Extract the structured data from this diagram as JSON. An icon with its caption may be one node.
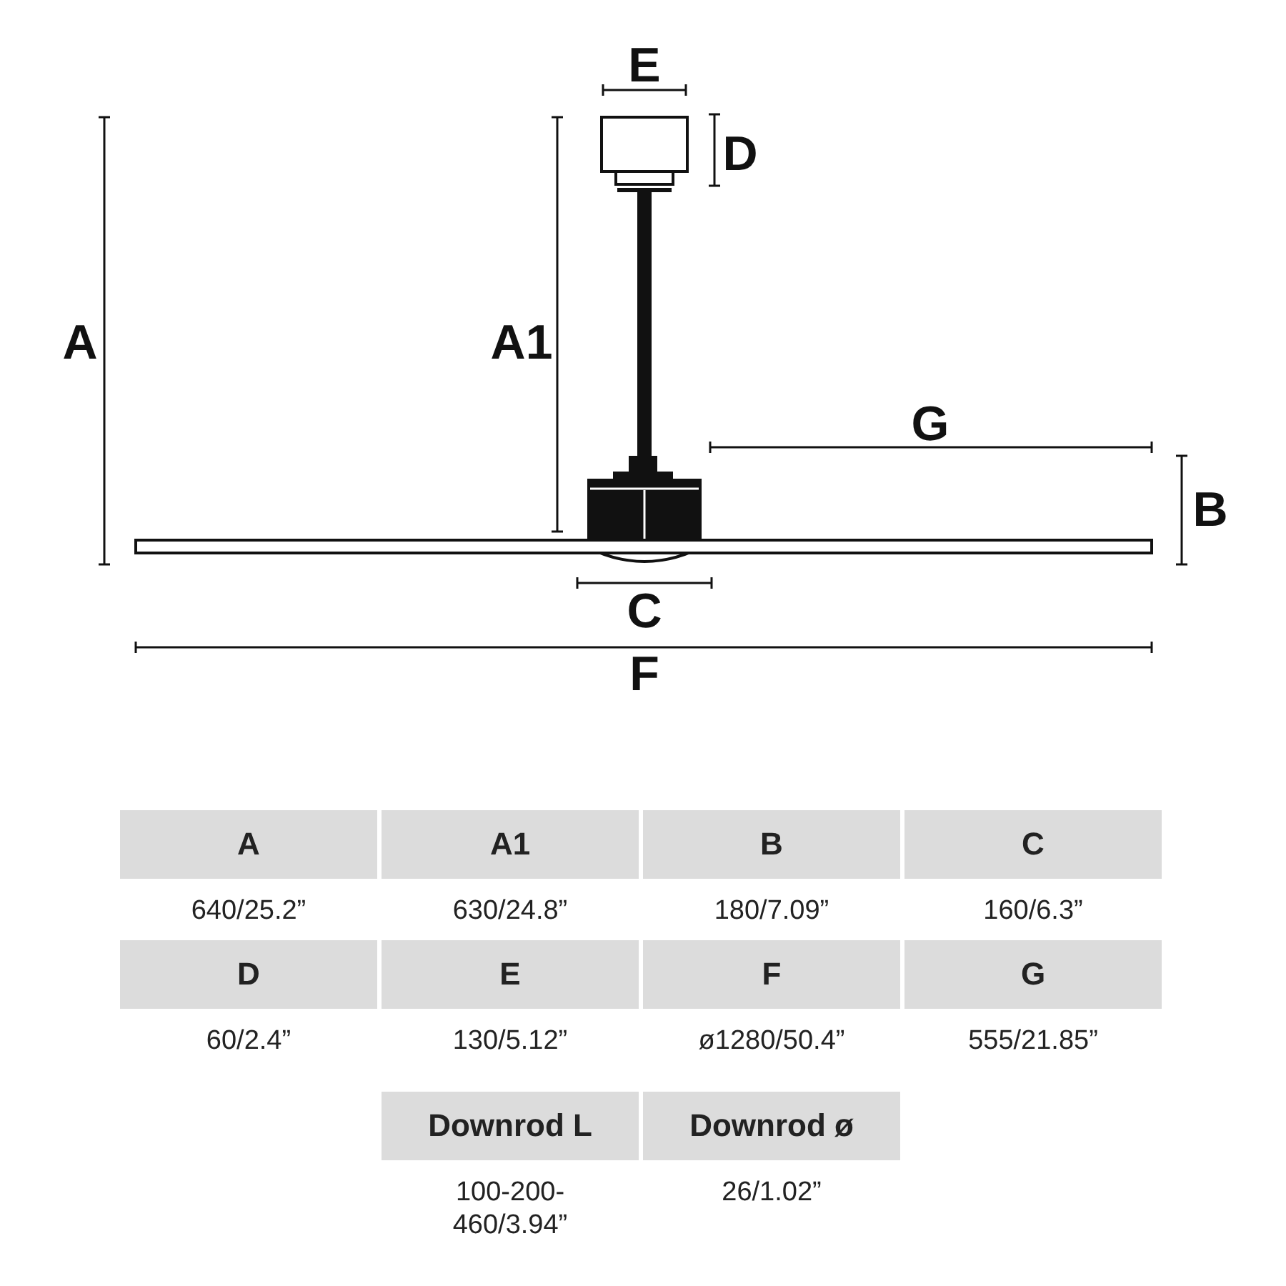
{
  "diagram": {
    "labels": [
      "E",
      "D",
      "A",
      "A1",
      "G",
      "B",
      "C",
      "F",
      "A",
      "A1",
      "B",
      "C",
      "640/25.2”",
      "630/24.8”",
      "180/7.09”",
      "160/6.3”",
      "D",
      "E",
      "F",
      "G",
      "60/2.4”",
      "130/5.12”",
      "ø1280/50.4”",
      "555/21.85”",
      "Downrod L",
      "Downrod ø",
      "100-200-460/3.94”",
      "26/1.02”"
    ]
  }
}
